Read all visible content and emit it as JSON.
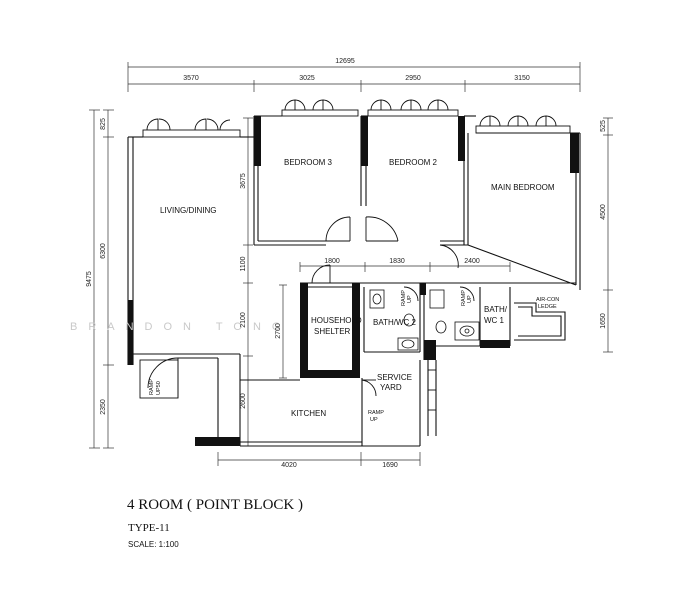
{
  "plan": {
    "title": "4 ROOM ( POINT BLOCK )",
    "type": "TYPE-11",
    "scale": "SCALE:  1:100",
    "watermark": "BRANDON TONG"
  },
  "rooms": {
    "living_dining": "LIVING/DINING",
    "bedroom3": "BEDROOM 3",
    "bedroom2": "BEDROOM 2",
    "main_bedroom": "MAIN BEDROOM",
    "household_shelter_line1": "HOUSEHOLD",
    "household_shelter_line2": "SHELTER",
    "bath_wc2": "BATH/WC 2",
    "bath_wc1_line1": "BATH/",
    "bath_wc1_line2": "WC 1",
    "aircon_line1": "AIR-CON",
    "aircon_line2": "LEDGE",
    "service_yard_line1": "SERVICE",
    "service_yard_line2": "YARD",
    "kitchen": "KITCHEN"
  },
  "ramps": {
    "entrance_line1": "RAMP",
    "entrance_line2": "UP50",
    "bath2_line1": "RAMP",
    "bath2_line2": "UP",
    "bath1_line1": "RAMP",
    "bath1_line2": "UP",
    "yard_line1": "RAMP",
    "yard_line2": "UP"
  },
  "dimensions": {
    "top_total": "12695",
    "top": [
      "3570",
      "3025",
      "2950",
      "3150"
    ],
    "left_total": "9475",
    "left": [
      "825",
      "6300",
      "2350"
    ],
    "left_inner": [
      "3675",
      "1100",
      "2100",
      "2600"
    ],
    "right": [
      "525",
      "4500",
      "1650"
    ],
    "mid": [
      "1800",
      "1830",
      "2400"
    ],
    "bottom": [
      "4020",
      "1690"
    ],
    "shelter": "2700"
  }
}
